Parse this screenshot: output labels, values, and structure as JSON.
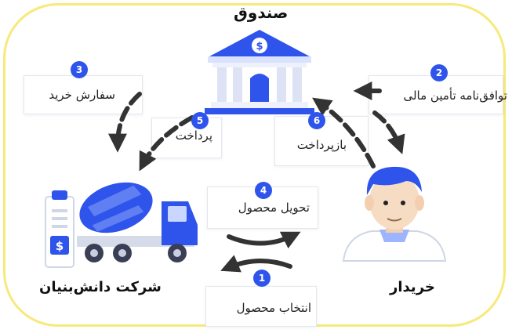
{
  "diagram": {
    "nodes": {
      "fund": "صندوق",
      "company": "شرکت دانش‌بنیان",
      "buyer": "خریدار"
    },
    "steps": [
      {
        "number": "1",
        "label": "انتخاب محصول"
      },
      {
        "number": "2",
        "label": "توافق‌نامه تأمین مالی"
      },
      {
        "number": "3",
        "label": "سفارش خرید"
      },
      {
        "number": "4",
        "label": "تحویل محصول"
      },
      {
        "number": "5",
        "label": "پرداخت"
      },
      {
        "number": "6",
        "label": "بازپرداخت"
      }
    ],
    "colors": {
      "accent": "#2f54eb",
      "frame": "#f7e97a",
      "arrow": "#333333"
    }
  }
}
